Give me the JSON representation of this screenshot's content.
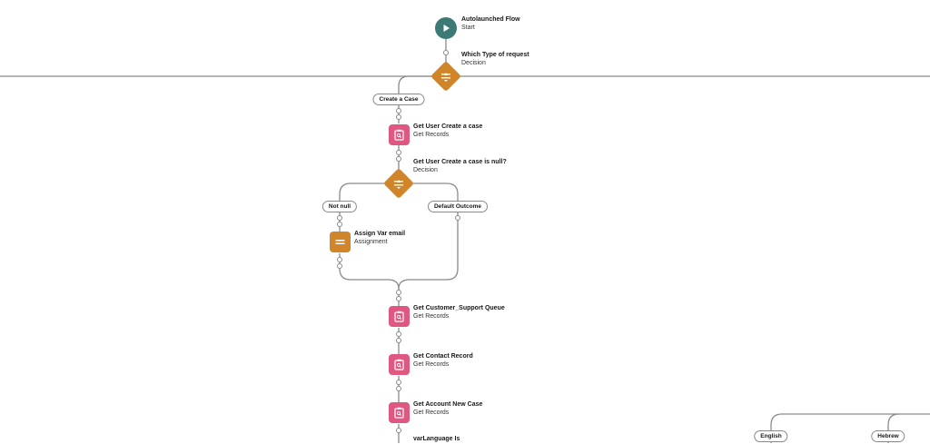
{
  "nodes": {
    "start": {
      "title": "Autolaunched Flow",
      "subtitle": "Start"
    },
    "decision_request": {
      "title": "Which Type of request",
      "subtitle": "Decision"
    },
    "get_user": {
      "title": "Get User Create a case",
      "subtitle": "Get Records"
    },
    "decision_null": {
      "title": "Get User Create a case is null?",
      "subtitle": "Decision"
    },
    "assign_email": {
      "title": "Assign Var email",
      "subtitle": "Assignment"
    },
    "get_queue": {
      "title": "Get Customer_Support Queue",
      "subtitle": "Get Records"
    },
    "get_contact": {
      "title": "Get Contact Record",
      "subtitle": "Get Records"
    },
    "get_account": {
      "title": "Get Account New Case",
      "subtitle": "Get Records"
    },
    "var_language": {
      "title": "varLanguage Is"
    }
  },
  "branches": {
    "create_case": "Create a Case",
    "not_null": "Not null",
    "default_outcome": "Default Outcome",
    "english": "English",
    "hebrew": "Hebrew"
  },
  "colors": {
    "start": "#3b7a75",
    "decision": "#d1852b",
    "assignment": "#d1852b",
    "get_records": "#e05781",
    "connector": "#8a8a8a"
  }
}
